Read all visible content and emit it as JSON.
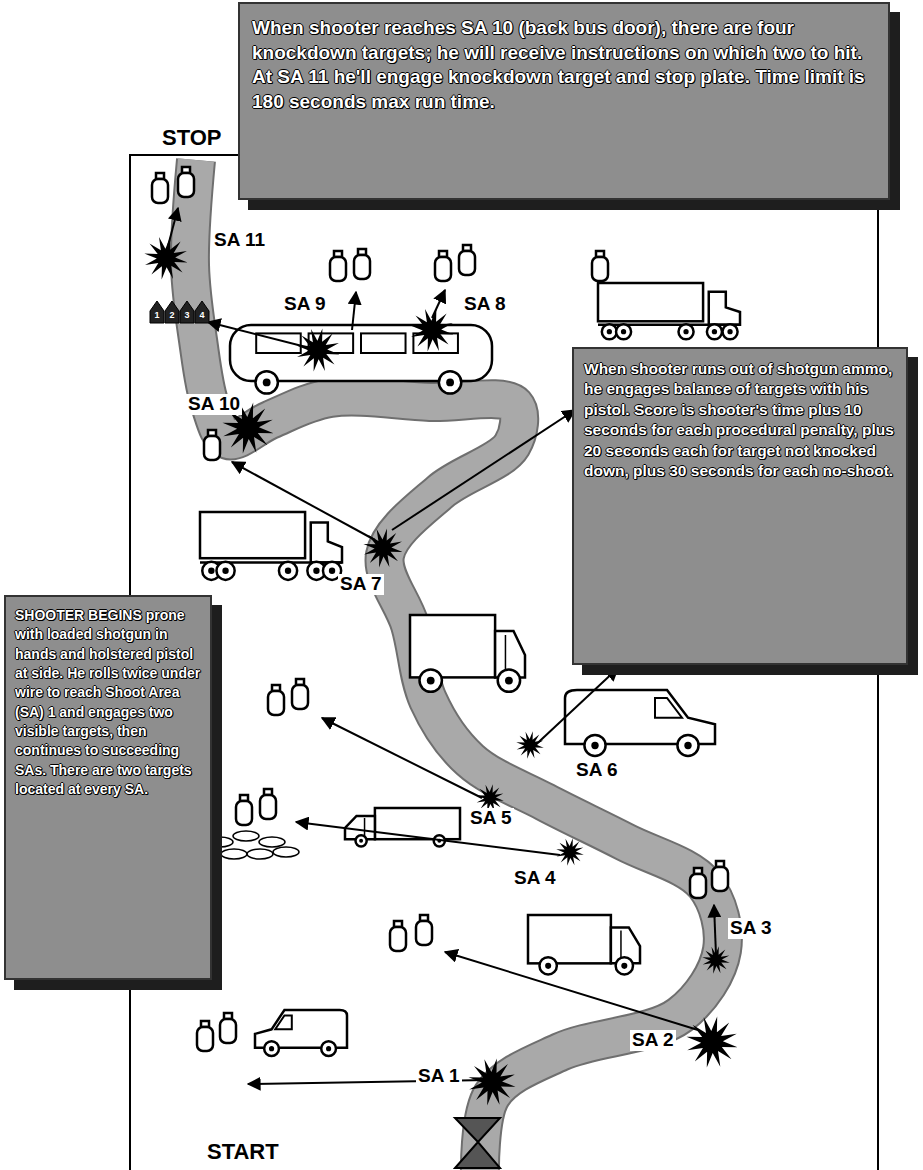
{
  "diagram": {
    "nodes": [
      {
        "text": [
          "When shooter reaches SA 10 (back bus door), there are four knockdown targets; he will receive instructions on which two to hit. At SA 11 he'll engage knockdown target and stop plate. Time limit is 180 seconds max run time."
        ]
      },
      {
        "text": [
          "When shooter runs out of shotgun ammo, he engages balance of targets with his pistol. Score is shooter's time plus 10 seconds for each procedural penalty, plus 20 seconds each for target not knocked down, plus 30 seconds for each no-shoot."
        ]
      },
      {
        "text": [
          "SHOOTER BEGINS prone with loaded shotgun in hands and holstered pistol at side. He rolls twice under wire to reach Shoot Area (SA) 1 and engages two visible targets, then continues to succeeding SAs. There are two targets located at every SA."
        ]
      }
    ],
    "labels": [
      "STOP",
      "START",
      "SA 1",
      "SA 2",
      "SA 3",
      "SA 4",
      "SA 5",
      "SA 6",
      "SA 7",
      "SA 8",
      "SA 9",
      "SA 10",
      "SA 11",
      "1",
      "2",
      "3",
      "4"
    ]
  }
}
